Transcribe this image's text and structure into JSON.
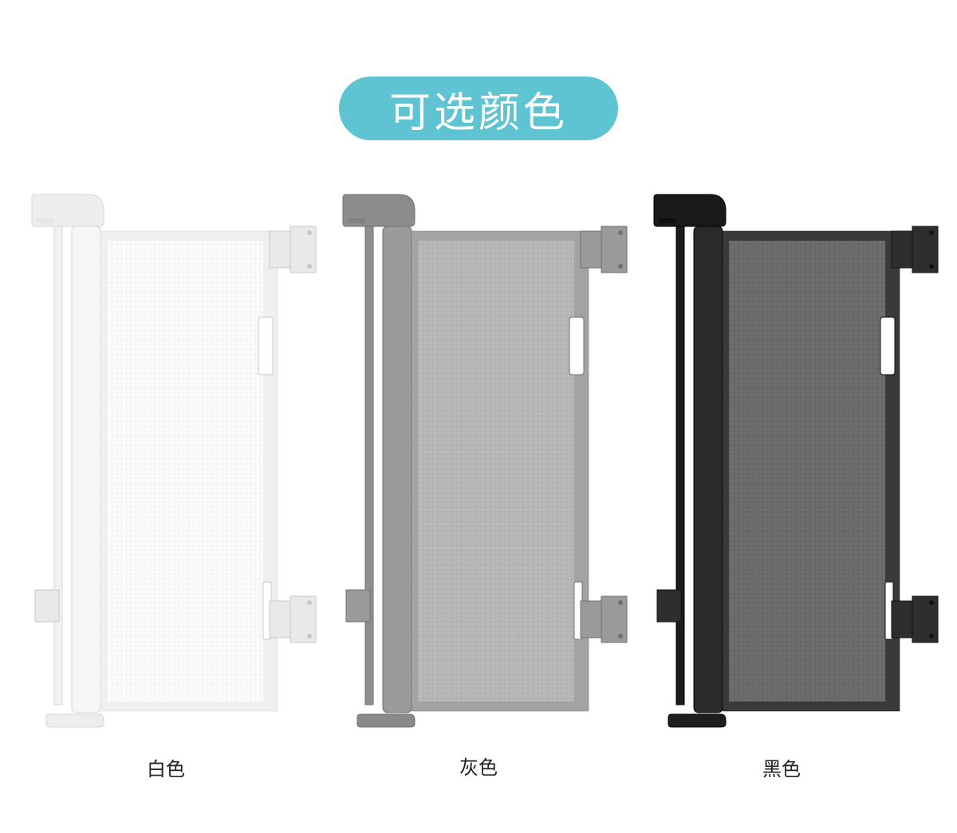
{
  "title": "可选颜色",
  "colors": {
    "accent": "#5fc4d1"
  },
  "options": [
    {
      "label": "白色",
      "frame": "#f1f1f1",
      "frame_edge": "#d6d6d6",
      "roll": "#f6f6f6",
      "mesh": "#fbfbfb",
      "mesh_line": "#ececec",
      "border": "#efefef",
      "bracket": "#e9e9e9",
      "bracket_edge": "#c8c8c8",
      "head": "#eeeeee",
      "base": "#ededed"
    },
    {
      "label": "灰色",
      "frame": "#8f8f8f",
      "frame_edge": "#6f6f6f",
      "roll": "#9b9b9b",
      "mesh": "#b9b9b9",
      "mesh_line": "#a9a9a9",
      "border": "#a3a3a3",
      "bracket": "#9a9a9a",
      "bracket_edge": "#707070",
      "head": "#8c8c8c",
      "base": "#8a8a8a"
    },
    {
      "label": "黑色",
      "frame": "#1c1c1c",
      "frame_edge": "#000000",
      "roll": "#2a2a2a",
      "mesh": "#6d6d6d",
      "mesh_line": "#5e5e5e",
      "border": "#3a3a3a",
      "bracket": "#2e2e2e",
      "bracket_edge": "#111111",
      "head": "#1a1a1a",
      "base": "#1e1e1e"
    }
  ]
}
